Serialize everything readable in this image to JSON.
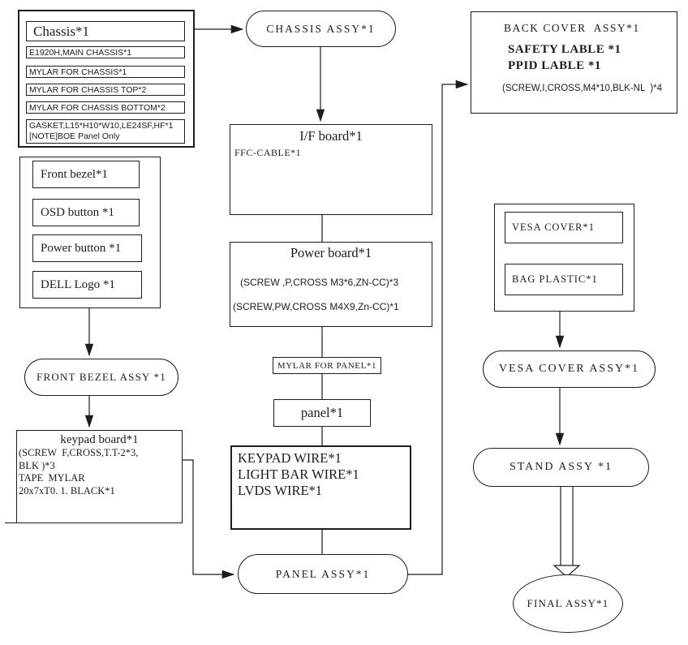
{
  "diagram": {
    "colors": {
      "line": "#1c1c1c",
      "background": "#ffffff"
    },
    "chassis_group": {
      "title": "Chassis*1",
      "items": [
        "E1920H,MAIN CHASSIS*1",
        "MYLAR FOR CHASSIS*1",
        "MYLAR FOR CHASSIS TOP*2",
        "MYLAR FOR CHASSIS BOTTOM*2"
      ],
      "gasket_line1": "GASKET,L15*H10*W10,LE24SF,HF*1",
      "gasket_line2": "[NOTE]BOE Panel Only"
    },
    "chassis_assy": {
      "label": "CHASSIS ASSY*1"
    },
    "back_cover": {
      "title": "BACK COVER  ASSY*1",
      "labels": [
        "SAFETY LABLE *1",
        "PPID LABLE *1"
      ],
      "screw": "(SCREW,I,CROSS,M4*10,BLK-NL  )*4"
    },
    "front_bezel_group": {
      "items": [
        "Front bezel*1",
        "OSD button *1",
        "Power button *1",
        "DELL Logo *1"
      ]
    },
    "if_board": {
      "title": "I/F board*1",
      "sub": "FFC-CABLE*1"
    },
    "power_board": {
      "title": "Power board*1",
      "screws": [
        "(SCREW ,P,CROSS M3*6,ZN-CC)*3",
        "(SCREW,PW,CROSS M4X9,Zn-CC)*1"
      ]
    },
    "mylar_panel": {
      "label": "MYLAR FOR PANEL*1"
    },
    "panel": {
      "label": "panel*1"
    },
    "wires": {
      "items": [
        "KEYPAD WIRE*1",
        "LIGHT BAR WIRE*1",
        "LVDS WIRE*1"
      ]
    },
    "front_bezel_assy": {
      "label": "FRONT BEZEL ASSY *1"
    },
    "keypad_board": {
      "title": "keypad board*1",
      "lines": [
        "(SCREW  F,CROSS,T.T-2*3,",
        "BLK )*3",
        "TAPE  MYLAR",
        "20x7xT0. 1. BLACK*1"
      ]
    },
    "panel_assy": {
      "label": "PANEL ASSY*1"
    },
    "vesa_group": {
      "items": [
        "VESA COVER*1",
        "BAG PLASTIC*1"
      ]
    },
    "vesa_cover_assy": {
      "label": "VESA COVER ASSY*1"
    },
    "stand_assy": {
      "label": "STAND ASSY *1"
    },
    "final_assy": {
      "label": "FINAL ASSY*1"
    }
  }
}
